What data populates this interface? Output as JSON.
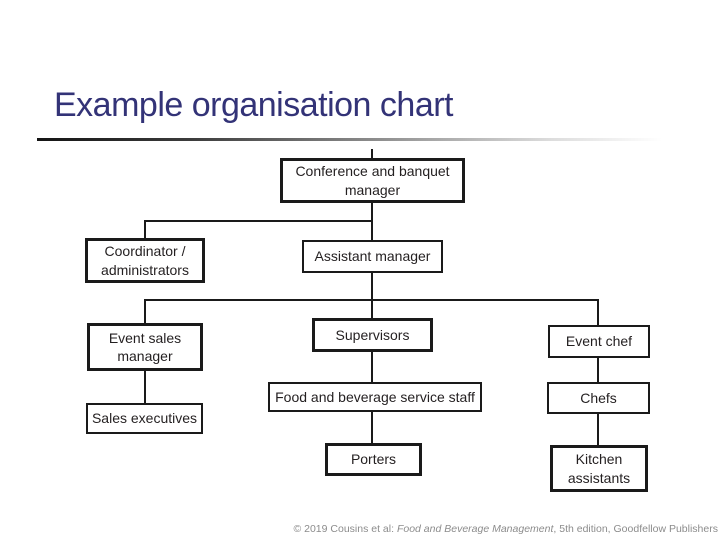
{
  "slide": {
    "title": "Example organisation chart"
  },
  "org_chart": {
    "nodes": [
      {
        "id": "conference-banquet-manager",
        "label": "Conference and banquet manager",
        "reports_to": null
      },
      {
        "id": "coordinator-administrators",
        "label": "Coordinator / administrators",
        "reports_to": "conference-banquet-manager"
      },
      {
        "id": "assistant-manager",
        "label": "Assistant manager",
        "reports_to": "conference-banquet-manager"
      },
      {
        "id": "event-sales-manager",
        "label": "Event sales manager",
        "reports_to": "assistant-manager"
      },
      {
        "id": "supervisors",
        "label": "Supervisors",
        "reports_to": "assistant-manager"
      },
      {
        "id": "event-chef",
        "label": "Event chef",
        "reports_to": "assistant-manager"
      },
      {
        "id": "sales-executives",
        "label": "Sales executives",
        "reports_to": "event-sales-manager"
      },
      {
        "id": "food-beverage-service-staff",
        "label": "Food and beverage service staff",
        "reports_to": "supervisors"
      },
      {
        "id": "chefs",
        "label": "Chefs",
        "reports_to": "event-chef"
      },
      {
        "id": "porters",
        "label": "Porters",
        "reports_to": "food-beverage-service-staff"
      },
      {
        "id": "kitchen-assistants",
        "label": "Kitchen assistants",
        "reports_to": "chefs"
      }
    ]
  },
  "footer": {
    "prefix": "© 2019 Cousins et al: ",
    "book_title": "Food and Beverage Management",
    "suffix": ", 5th edition, Goodfellow Publishers"
  },
  "colors": {
    "title_text": "#333377",
    "box_border": "#1a1a1a",
    "box_text": "#231f20",
    "connector": "#1a1a1a",
    "footer_text": "#8c8c8c",
    "background": "#ffffff"
  }
}
